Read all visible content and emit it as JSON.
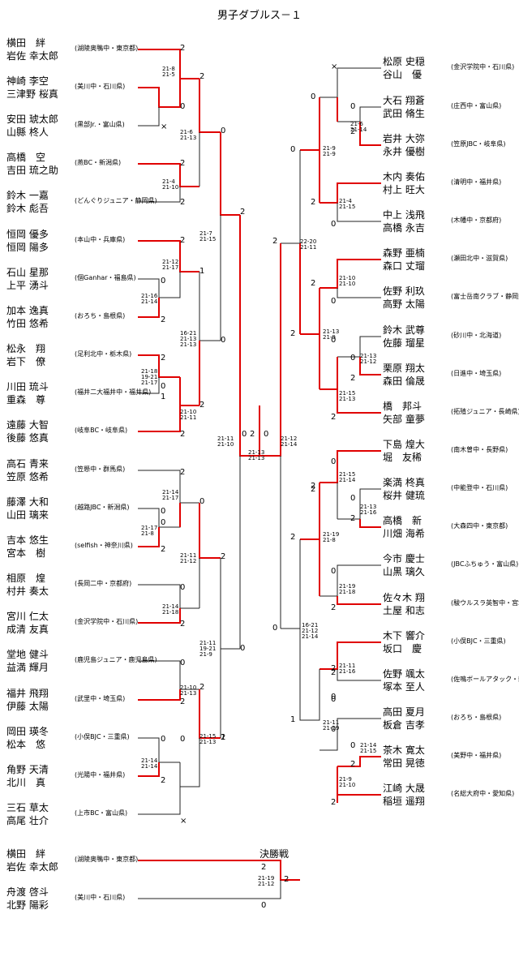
{
  "title": "男子ダブルス－１",
  "final_label": "決勝戦",
  "left_pairs": [
    {
      "p1": "横田　絆",
      "p2": "岩佐 幸太郎",
      "team": "(湖陵奥鴨中・東京都)"
    },
    {
      "p1": "神崎 李空",
      "p2": "三津野 桜真",
      "team": "(美川中・石川県)"
    },
    {
      "p1": "安田 琥太郎",
      "p2": "山縣 柊人",
      "team": "(黒部Jr.・富山県)"
    },
    {
      "p1": "高橋　空",
      "p2": "吉田 琉之助",
      "team": "(燕BC・新潟県)"
    },
    {
      "p1": "鈴木 一嘉",
      "p2": "鈴木 彪吾",
      "team": "(どんぐりジュニア・静岡県)"
    },
    {
      "p1": "恒岡 優多",
      "p2": "恒岡 陽多",
      "team": "(本山中・兵庫県)"
    },
    {
      "p1": "石山 星那",
      "p2": "上平 湧斗",
      "team": "(個Ganhar・福島県)"
    },
    {
      "p1": "加本 逸真",
      "p2": "竹田 悠希",
      "team": "(おろち・島根県)"
    },
    {
      "p1": "松永　翔",
      "p2": "岩下　僚",
      "team": "(足利北中・栃木県)"
    },
    {
      "p1": "川田 琉斗",
      "p2": "重森　尊",
      "team": "(福井二大福井中・福井県)"
    },
    {
      "p1": "遠藤 大智",
      "p2": "後藤 悠真",
      "team": "(岐阜BC・岐阜県)"
    },
    {
      "p1": "高石 青来",
      "p2": "笠原 悠希",
      "team": "(笠懸中・群馬県)"
    },
    {
      "p1": "藤澤 大和",
      "p2": "山田 璃来",
      "team": "(越路JBC・新潟県)"
    },
    {
      "p1": "吉本 悠生",
      "p2": "宮本　樹",
      "team": "(selfish・神奈川県)"
    },
    {
      "p1": "相原　煌",
      "p2": "村井 奏太",
      "team": "(長岡二中・京都府)"
    },
    {
      "p1": "宮川 仁太",
      "p2": "成清 友真",
      "team": "(金沢学院中・石川県)"
    },
    {
      "p1": "堂地 健斗",
      "p2": "益満 輝月",
      "team": "(鹿児島ジュニア・鹿児島県)"
    },
    {
      "p1": "福井 飛翔",
      "p2": "伊藤 太陽",
      "team": "(武里中・埼玉県)"
    },
    {
      "p1": "岡田 瑛冬",
      "p2": "松本　悠",
      "team": "(小俣BJC・三重県)"
    },
    {
      "p1": "角野 天清",
      "p2": "北川　真",
      "team": "(光陽中・福井県)"
    },
    {
      "p1": "三石 草太",
      "p2": "高尾 壮介",
      "team": "(上市BC・富山県)"
    }
  ],
  "right_pairs": [
    {
      "p1": "松原 史穏",
      "p2": "谷山　優",
      "team": "(金沢学院中・石川県)"
    },
    {
      "p1": "大石 翔蒼",
      "p2": "武田 脩生",
      "team": "(庄西中・富山県)"
    },
    {
      "p1": "岩井 大弥",
      "p2": "永井 優樹",
      "team": "(笠原JBC・岐阜県)"
    },
    {
      "p1": "木内 奏佑",
      "p2": "村上 旺大",
      "team": "(清明中・福井県)"
    },
    {
      "p1": "中上 浅飛",
      "p2": "高橋 永吉",
      "team": "(木幡中・京都府)"
    },
    {
      "p1": "森野 亜楠",
      "p2": "森口 丈瑠",
      "team": "(瀬田北中・滋賀県)"
    },
    {
      "p1": "佐野 利玖",
      "p2": "高野 太陽",
      "team": "(富士岳南クラブ・静岡県)"
    },
    {
      "p1": "鈴木 武尊",
      "p2": "佐藤 瑠星",
      "team": "(砂川中・北海道)"
    },
    {
      "p1": "栗原 翔太",
      "p2": "森田 倫晟",
      "team": "(日進中・埼玉県)"
    },
    {
      "p1": "橋　邦斗",
      "p2": "矢部 童夢",
      "team": "(拓殖ジュニア・長崎県)"
    },
    {
      "p1": "下島 煌大",
      "p2": "堀　友稀",
      "team": "(南木曽中・長野県)"
    },
    {
      "p1": "楽満 柊真",
      "p2": "桜井 健琉",
      "team": "(中能登中・石川県)"
    },
    {
      "p1": "高橋　新",
      "p2": "川畑 海希",
      "team": "(大森四中・東京都)"
    },
    {
      "p1": "今市 慶士",
      "p2": "山黒 璃久",
      "team": "(JBCふちゅう・富山県)"
    },
    {
      "p1": "佐々木 翔",
      "p2": "土屋 和志",
      "team": "(駿ウルスラ英智中・宮城県)"
    },
    {
      "p1": "木下 響介",
      "p2": "坂口　慶",
      "team": "(小俣BJC・三重県)"
    },
    {
      "p1": "佐野 颯太",
      "p2": "塚本 至人",
      "team": "(佐鳴ボールアタック・静岡県)"
    },
    {
      "p1": "高田 夏月",
      "p2": "板倉 吉孝",
      "team": "(おろち・島根県)"
    },
    {
      "p1": "茶木 寛太",
      "p2": "常田 晃徳",
      "team": "(美野中・福井県)"
    },
    {
      "p1": "江崎 大晟",
      "p2": "稲垣 遥翔",
      "team": "(名総大府中・愛知県)"
    }
  ],
  "final_pairs": [
    {
      "p1": "横田　絆",
      "p2": "岩佐 幸太郎",
      "team": "(湖陵奥鴨中・東京都)"
    },
    {
      "p1": "舟渡 啓斗",
      "p2": "北野 陽彩",
      "team": "(美川中・石川県)"
    }
  ],
  "scores": [
    {
      "id": "l-a1",
      "t": "2"
    },
    {
      "id": "l-a2",
      "t": "2"
    },
    {
      "id": "l-a3",
      "t": "0"
    },
    {
      "id": "l-a4",
      "t": "×"
    },
    {
      "id": "l-a5",
      "t": "2"
    },
    {
      "id": "l-a6",
      "t": "2"
    },
    {
      "id": "l-a7",
      "t": "0"
    },
    {
      "id": "l-a8",
      "t": "2"
    },
    {
      "id": "l-a9",
      "t": "0"
    },
    {
      "id": "l-b1",
      "t": "2"
    },
    {
      "id": "l-b2",
      "t": "0"
    },
    {
      "id": "l-b3",
      "t": "2"
    },
    {
      "id": "l-b4",
      "t": "1"
    },
    {
      "id": "l-b5",
      "t": "2"
    },
    {
      "id": "l-b6",
      "t": "0"
    },
    {
      "id": "l-b7",
      "t": "2"
    },
    {
      "id": "l-b8",
      "t": "1"
    },
    {
      "id": "l-b9",
      "t": "0"
    },
    {
      "id": "l-b10",
      "t": "2"
    },
    {
      "id": "l-b11",
      "t": "2"
    },
    {
      "id": "l-b12",
      "t": "0"
    },
    {
      "id": "l-c1",
      "t": "2"
    },
    {
      "id": "l-c2",
      "t": "0"
    },
    {
      "id": "l-c3",
      "t": "0"
    },
    {
      "id": "l-c4",
      "t": "2"
    },
    {
      "id": "l-c5",
      "t": "2"
    },
    {
      "id": "l-c6",
      "t": "0"
    },
    {
      "id": "l-c7",
      "t": "2"
    },
    {
      "id": "l-c8",
      "t": "0"
    },
    {
      "id": "l-c9",
      "t": "2"
    },
    {
      "id": "l-c10",
      "t": "0"
    },
    {
      "id": "l-c11",
      "t": "2"
    },
    {
      "id": "l-c12",
      "t": "1"
    },
    {
      "id": "l-c13",
      "t": "0"
    },
    {
      "id": "l-c14",
      "t": "2"
    },
    {
      "id": "l-c15",
      "t": "0"
    },
    {
      "id": "l-c16",
      "t": "×"
    },
    {
      "id": "mid-l",
      "t": "2"
    },
    {
      "id": "mid-r",
      "t": "0"
    },
    {
      "id": "r-a1",
      "t": "×"
    },
    {
      "id": "r-a2",
      "t": "0"
    },
    {
      "id": "r-a3",
      "t": "0"
    },
    {
      "id": "r-a4",
      "t": "2"
    },
    {
      "id": "r-a5",
      "t": "0"
    },
    {
      "id": "r-a6",
      "t": "2"
    },
    {
      "id": "r-a7",
      "t": "0"
    },
    {
      "id": "r-a8",
      "t": "2"
    },
    {
      "id": "r-a9",
      "t": "2"
    },
    {
      "id": "r-a10",
      "t": "0"
    },
    {
      "id": "r-a11",
      "t": "2"
    },
    {
      "id": "r-a12",
      "t": "0"
    },
    {
      "id": "r-a13",
      "t": "0"
    },
    {
      "id": "r-a14",
      "t": "2"
    },
    {
      "id": "r-a15",
      "t": "2"
    },
    {
      "id": "r-a16",
      "t": "2"
    },
    {
      "id": "r-a17",
      "t": "2"
    },
    {
      "id": "r-a18",
      "t": "0"
    },
    {
      "id": "r-b1",
      "t": "2"
    },
    {
      "id": "r-b2",
      "t": "2"
    },
    {
      "id": "r-b3",
      "t": "0"
    },
    {
      "id": "r-b4",
      "t": "0"
    },
    {
      "id": "r-b5",
      "t": "2"
    },
    {
      "id": "r-b6",
      "t": "0"
    },
    {
      "id": "r-b7",
      "t": "2"
    },
    {
      "id": "r-b8",
      "t": "0"
    },
    {
      "id": "r-b9",
      "t": "1"
    },
    {
      "id": "r-b10",
      "t": "0"
    },
    {
      "id": "r-b11",
      "t": "0"
    },
    {
      "id": "r-b12",
      "t": "2"
    },
    {
      "id": "r-b13",
      "t": "2"
    },
    {
      "id": "r-b14",
      "t": "2"
    },
    {
      "id": "r-b15",
      "t": "0"
    },
    {
      "id": "f-1",
      "t": "2"
    },
    {
      "id": "f-2",
      "t": "2"
    },
    {
      "id": "f-3",
      "t": "0"
    }
  ],
  "small_scores": [
    {
      "id": "s1",
      "t": "21-8\n21-5"
    },
    {
      "id": "s2",
      "t": "21-6\n21-13"
    },
    {
      "id": "s3",
      "t": "21-4\n21-10"
    },
    {
      "id": "s4",
      "t": "21-7\n21-15"
    },
    {
      "id": "s5",
      "t": "21-12\n21-17"
    },
    {
      "id": "s6",
      "t": "21-16\n21-14"
    },
    {
      "id": "s7",
      "t": "16-21\n21-13\n21-13"
    },
    {
      "id": "s8",
      "t": "21-18\n19-21\n21-17"
    },
    {
      "id": "s9",
      "t": "21-10\n21-11"
    },
    {
      "id": "s10",
      "t": "21-11\n21-10"
    },
    {
      "id": "s11",
      "t": "21-14\n21-17"
    },
    {
      "id": "s12",
      "t": "21-17\n21-8"
    },
    {
      "id": "s13",
      "t": "21-11\n21-12"
    },
    {
      "id": "s14",
      "t": "21-14\n21-18"
    },
    {
      "id": "s15",
      "t": "21-11\n19-21\n21-9"
    },
    {
      "id": "s16",
      "t": "21-10\n21-13"
    },
    {
      "id": "s17",
      "t": "21-15\n21-13"
    },
    {
      "id": "s18",
      "t": "21-14\n21-14"
    },
    {
      "id": "s19",
      "t": "21-13\n21-13"
    },
    {
      "id": "s20",
      "t": "21-12\n21-14"
    },
    {
      "id": "s21",
      "t": "21-6\n21-14"
    },
    {
      "id": "s22",
      "t": "21-9\n21-9"
    },
    {
      "id": "s23",
      "t": "22-20\n21-11"
    },
    {
      "id": "s24",
      "t": "21-4\n21-15"
    },
    {
      "id": "s25",
      "t": "21-10\n21-10"
    },
    {
      "id": "s26",
      "t": "21-13\n21-9"
    },
    {
      "id": "s27",
      "t": "21-13\n21-12"
    },
    {
      "id": "s28",
      "t": "21-15\n21-13"
    },
    {
      "id": "s29",
      "t": "21-15\n21-14"
    },
    {
      "id": "s30",
      "t": "21-13\n21-16"
    },
    {
      "id": "s31",
      "t": "21-19\n21-8"
    },
    {
      "id": "s32",
      "t": "21-19\n21-18"
    },
    {
      "id": "s33",
      "t": "16-21\n21-12\n21-14"
    },
    {
      "id": "s34",
      "t": "21-11\n21-16"
    },
    {
      "id": "s35",
      "t": "21-11\n21-19"
    },
    {
      "id": "s36",
      "t": "21-14\n21-15"
    },
    {
      "id": "s37",
      "t": "21-9\n21-10"
    },
    {
      "id": "s38",
      "t": "21-19\n21-12"
    }
  ]
}
